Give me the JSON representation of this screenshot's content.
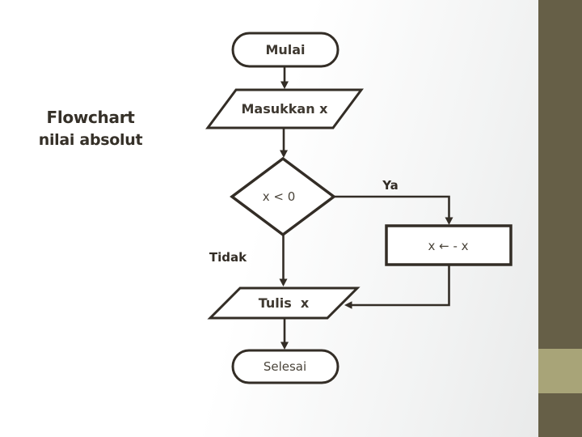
{
  "slide": {
    "title": {
      "line1": "Flowchart",
      "line2": "nilai absolut"
    }
  },
  "flowchart": {
    "nodes": {
      "start": {
        "type": "terminator",
        "label": "Mulai"
      },
      "input": {
        "type": "data-input",
        "label": "Masukkan x"
      },
      "decision": {
        "type": "decision",
        "label": "x < 0"
      },
      "assign": {
        "type": "process",
        "label": "x ← - x"
      },
      "output": {
        "type": "data-output",
        "label": "Tulis  x"
      },
      "end": {
        "type": "terminator",
        "label": "Selesai"
      }
    },
    "branches": {
      "yes": "Ya",
      "no": "Tidak"
    },
    "edges": [
      {
        "from": "start",
        "to": "input"
      },
      {
        "from": "input",
        "to": "decision"
      },
      {
        "from": "decision",
        "to": "assign",
        "branch": "yes"
      },
      {
        "from": "decision",
        "to": "output",
        "branch": "no"
      },
      {
        "from": "assign",
        "to": "output"
      },
      {
        "from": "output",
        "to": "end"
      }
    ]
  },
  "theme": {
    "ink": "#332d26",
    "node_text": "#3f3931",
    "background_from": "#ffffff",
    "background_to": "#e7e8e8",
    "sidebar": "#665f47",
    "sidebar_accent": "#a8a478"
  }
}
